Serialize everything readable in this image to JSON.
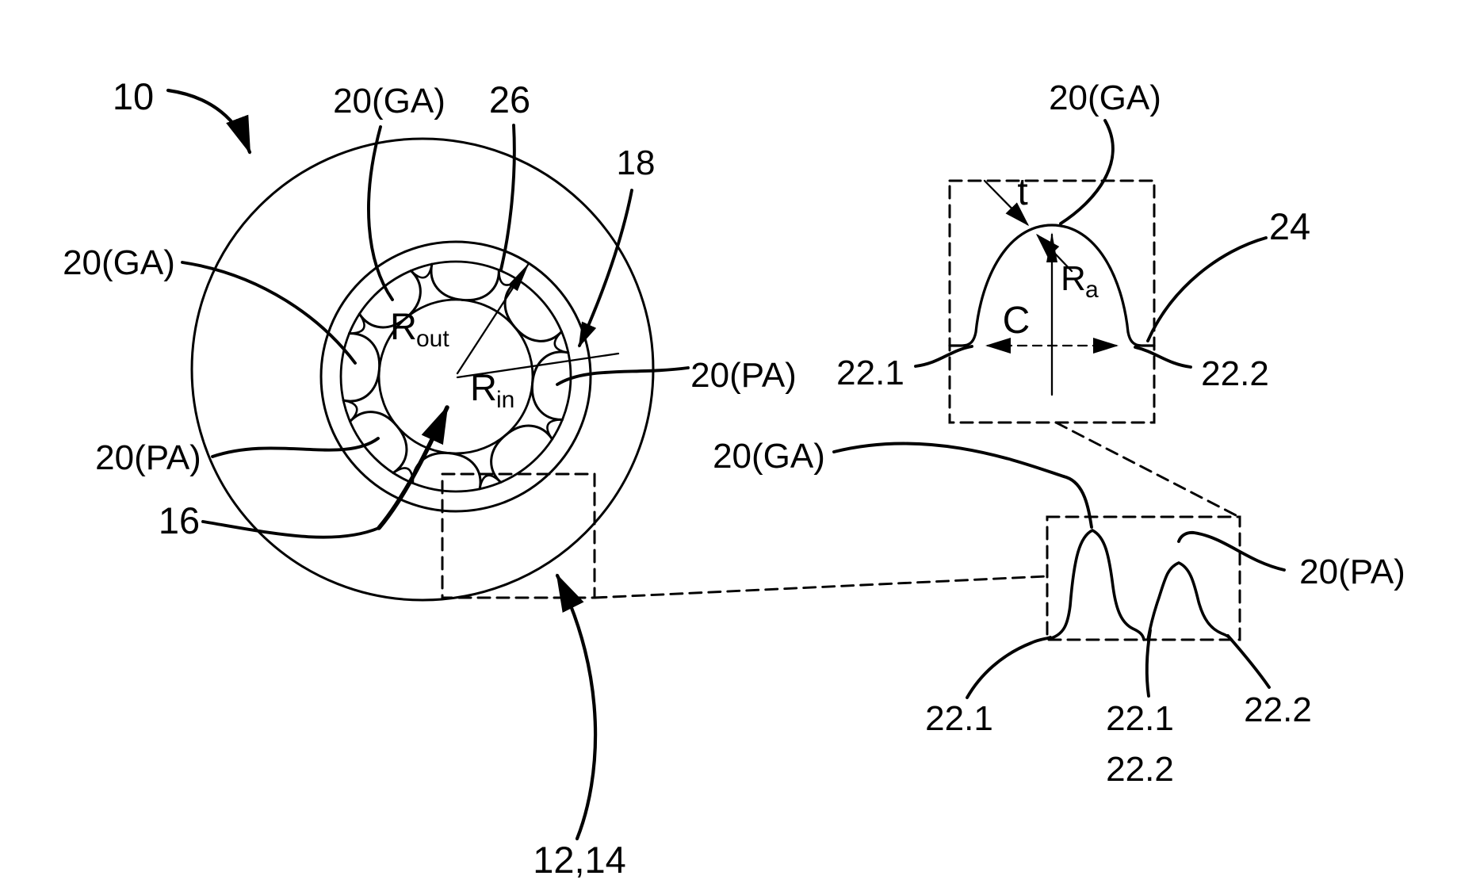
{
  "figure": {
    "background": "#ffffff",
    "line_color": "#000000",
    "description": "Patent-style line drawing: cross-section of a tube (12,14) with an inner ring of nodules (20) around bore 16, with two magnified detail views of the nodules"
  },
  "main_view": {
    "ref_10": "10",
    "ref_20ga_top": "20(GA)",
    "ref_26": "26",
    "ref_18": "18",
    "ref_20ga_left": "20(GA)",
    "ref_20pa_left": "20(PA)",
    "ref_16": "16",
    "ref_20pa_right": "20(PA)",
    "ref_12_14": "12,14",
    "dim_r_out_base": "R",
    "dim_r_out_sub": "out",
    "dim_r_in_base": "R",
    "dim_r_in_sub": "in"
  },
  "detail_top": {
    "ref_t": "t",
    "dim_r_a_base": "R",
    "dim_r_a_sub": "a",
    "ref_c": "C",
    "ref_20ga": "20(GA)",
    "ref_24": "24",
    "ref_22_1": "22.1",
    "ref_22_2": "22.2"
  },
  "detail_bottom": {
    "ref_20ga": "20(GA)",
    "ref_20pa": "20(PA)",
    "ref_22_1_left": "22.1",
    "ref_22_1_center": "22.1",
    "ref_22_2_center": "22.2",
    "ref_22_2_right": "22.2"
  }
}
